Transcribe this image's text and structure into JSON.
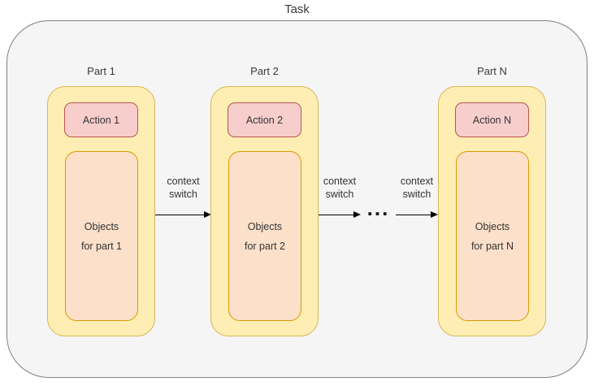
{
  "diagram": {
    "title": "Task",
    "container_fill": "#f5f5f5",
    "container_stroke": "#808080",
    "parts": [
      {
        "label": "Part 1",
        "action": "Action 1",
        "objects_line1": "Objects",
        "objects_line2": "for part 1"
      },
      {
        "label": "Part 2",
        "action": "Action 2",
        "objects_line1": "Objects",
        "objects_line2": "for part 2"
      },
      {
        "label": "Part N",
        "action": "Action N",
        "objects_line1": "Objects",
        "objects_line2": "for part N"
      }
    ],
    "transitions": [
      {
        "line1": "context",
        "line2": "switch"
      },
      {
        "line1": "context",
        "line2": "switch"
      },
      {
        "line1": "context",
        "line2": "switch"
      }
    ],
    "ellipsis": "...",
    "colors": {
      "part_fill": "#ffeeb3",
      "part_stroke": "#d6b656",
      "action_fill": "#f8cecc",
      "action_stroke": "#b85450",
      "objects_fill": "#fce0ca",
      "objects_stroke": "#d79b00",
      "arrow": "#000000"
    }
  }
}
